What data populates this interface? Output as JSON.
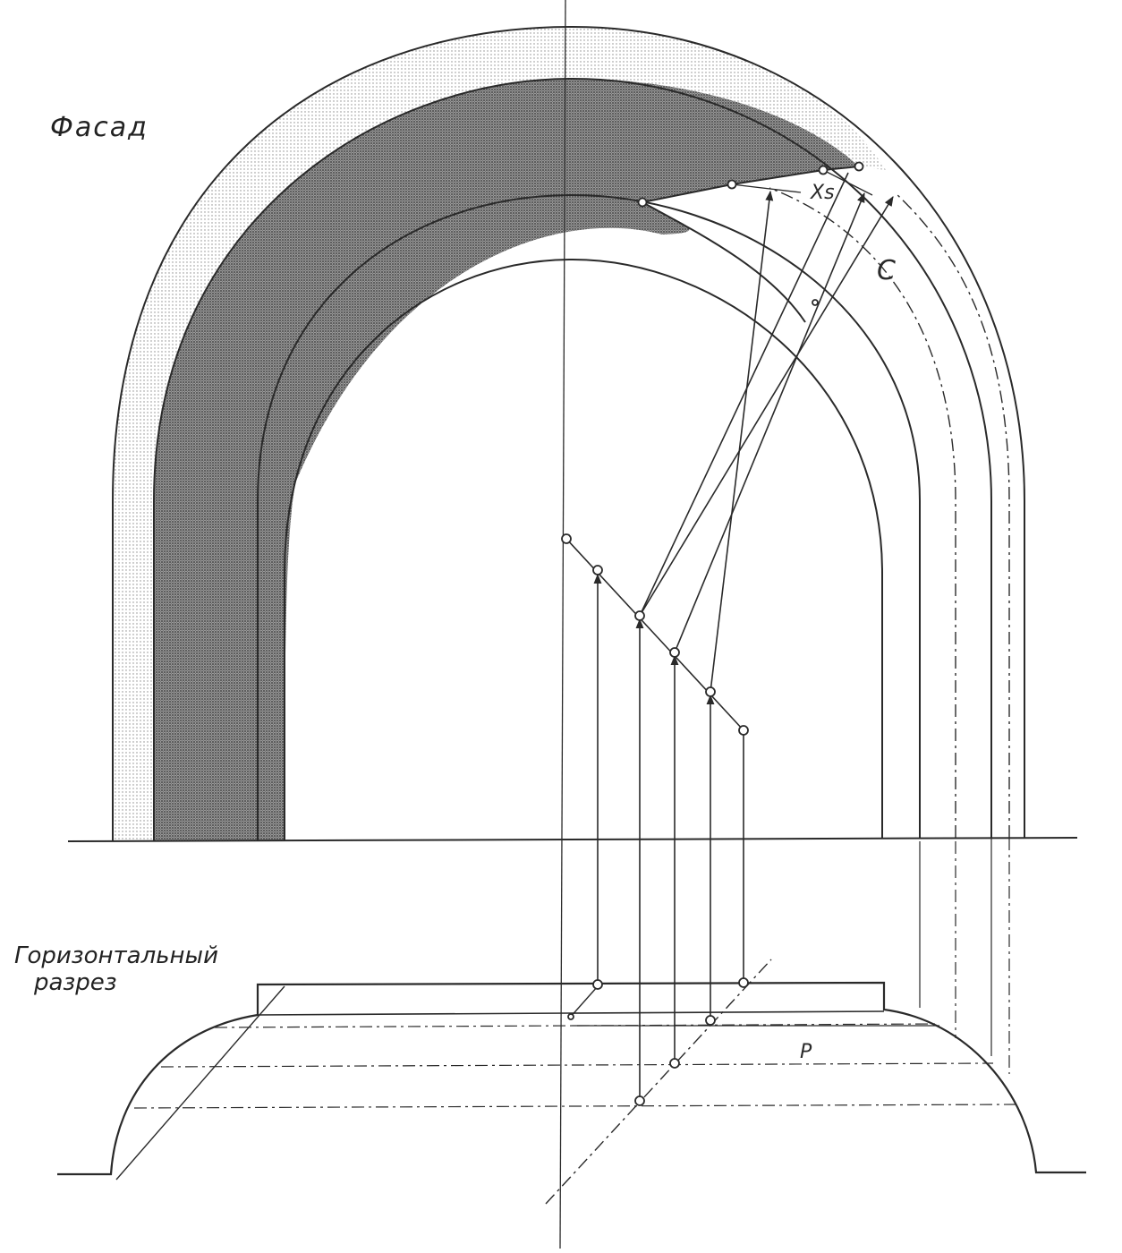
{
  "labels": {
    "facade": "Фасад",
    "plan_line1": "Горизонтальный",
    "plan_line2": "разрез",
    "xs": "Xs",
    "c": "C",
    "p": "P"
  },
  "colors": {
    "ink": "#2a2a2a",
    "shadow_dark": "#6e6e6e",
    "shadow_light": "#cfcfcf",
    "paper": "#ffffff"
  }
}
